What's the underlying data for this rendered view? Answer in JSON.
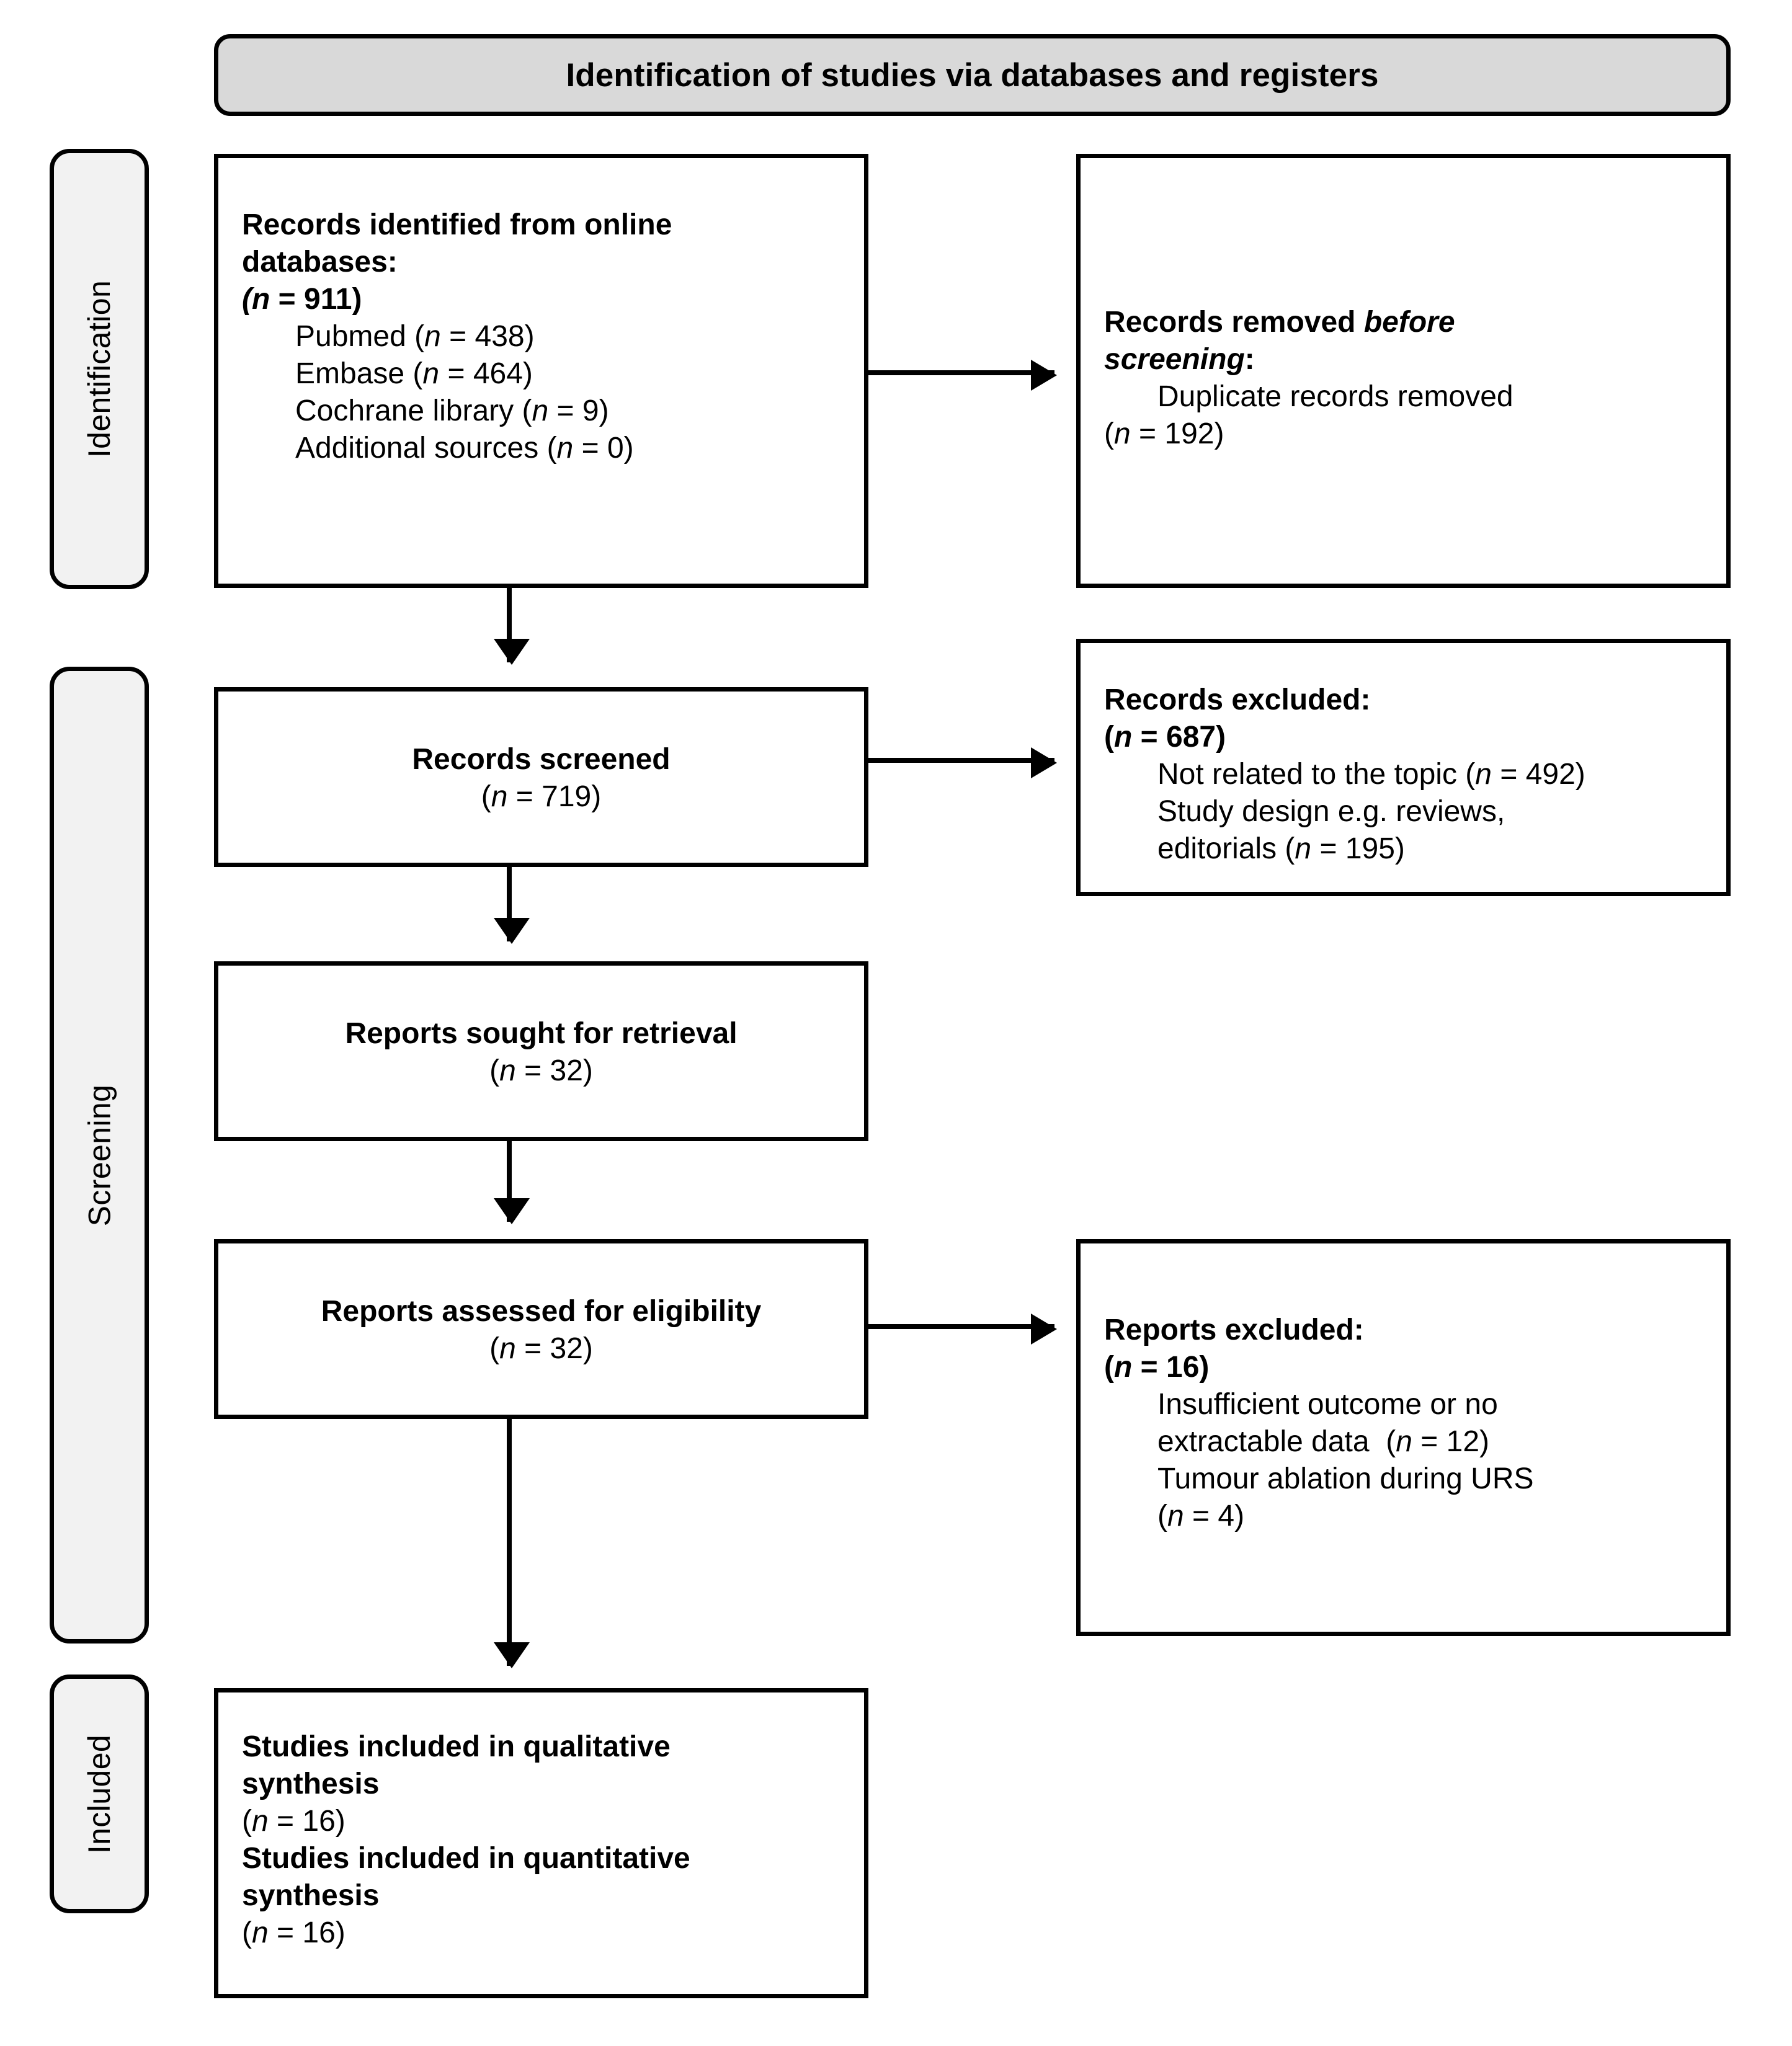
{
  "diagram": {
    "title": "Identification of studies via databases and registers",
    "type": "prisma-flow-diagram"
  },
  "stages": [
    {
      "label": "Identification"
    },
    {
      "label": "Screening"
    },
    {
      "label": "Included"
    }
  ],
  "boxes": {
    "identified": {
      "heading_line1": "Records identified from online",
      "heading_line2": "databases:",
      "count": "(n = 911)",
      "items": [
        "Pubmed (n = 438)",
        "Embase (n = 464)",
        "Cochrane library (n = 9)",
        "Additional sources (n = 0)"
      ]
    },
    "removed_before_screening": {
      "heading_line1_plain": "Records removed ",
      "heading_line1_italic": "before",
      "heading_line2_italic": "screening",
      "heading_line2_plain": ":",
      "items": [
        "Duplicate records removed",
        "(n = 192)"
      ]
    },
    "records_screened": {
      "heading": "Records screened",
      "count": "(n = 719)"
    },
    "records_excluded": {
      "heading": "Records excluded:",
      "count": "(n = 687)",
      "items": [
        "Not related to the topic (n = 492)",
        "Study design e.g. reviews,",
        "editorials (n = 195)"
      ]
    },
    "reports_sought": {
      "heading": "Reports sought for retrieval",
      "count": "(n = 32)"
    },
    "reports_assessed": {
      "heading": "Reports assessed for eligibility",
      "count": "(n = 32)"
    },
    "reports_excluded": {
      "heading": "Reports excluded:",
      "count": "(n = 16)",
      "items": [
        "Insufficient outcome or no",
        "extractable data  (n = 12)",
        "Tumour ablation during URS",
        "(n = 4)"
      ]
    },
    "studies_included": {
      "qualitative_line1": "Studies included in qualitative",
      "qualitative_line2": "synthesis",
      "qualitative_count": "(n = 16)",
      "quantitative_line1": "Studies included in quantitative",
      "quantitative_line2": "synthesis",
      "quantitative_count": "(n = 16)"
    }
  },
  "chart_data": {
    "type": "table",
    "title": "Identification of studies via databases and registers",
    "nodes": [
      {
        "id": "identified",
        "stage": "Identification",
        "label": "Records identified from online databases",
        "n": 911,
        "breakdown": [
          {
            "source": "Pubmed",
            "n": 438
          },
          {
            "source": "Embase",
            "n": 464
          },
          {
            "source": "Cochrane library",
            "n": 9
          },
          {
            "source": "Additional sources",
            "n": 0
          }
        ]
      },
      {
        "id": "removed_before_screening",
        "stage": "Identification",
        "label": "Records removed before screening",
        "breakdown": [
          {
            "reason": "Duplicate records removed",
            "n": 192
          }
        ]
      },
      {
        "id": "records_screened",
        "stage": "Screening",
        "label": "Records screened",
        "n": 719
      },
      {
        "id": "records_excluded",
        "stage": "Screening",
        "label": "Records excluded",
        "n": 687,
        "breakdown": [
          {
            "reason": "Not related to the topic",
            "n": 492
          },
          {
            "reason": "Study design e.g. reviews, editorials",
            "n": 195
          }
        ]
      },
      {
        "id": "reports_sought",
        "stage": "Screening",
        "label": "Reports sought for retrieval",
        "n": 32
      },
      {
        "id": "reports_assessed",
        "stage": "Screening",
        "label": "Reports assessed for eligibility",
        "n": 32
      },
      {
        "id": "reports_excluded",
        "stage": "Screening",
        "label": "Reports excluded",
        "n": 16,
        "breakdown": [
          {
            "reason": "Insufficient outcome or no extractable data",
            "n": 12
          },
          {
            "reason": "Tumour ablation during URS",
            "n": 4
          }
        ]
      },
      {
        "id": "studies_included_qualitative",
        "stage": "Included",
        "label": "Studies included in qualitative synthesis",
        "n": 16
      },
      {
        "id": "studies_included_quantitative",
        "stage": "Included",
        "label": "Studies included in quantitative synthesis",
        "n": 16
      }
    ],
    "edges": [
      {
        "from": "identified",
        "to": "removed_before_screening",
        "direction": "right"
      },
      {
        "from": "identified",
        "to": "records_screened",
        "direction": "down"
      },
      {
        "from": "records_screened",
        "to": "records_excluded",
        "direction": "right"
      },
      {
        "from": "records_screened",
        "to": "reports_sought",
        "direction": "down"
      },
      {
        "from": "reports_sought",
        "to": "reports_assessed",
        "direction": "down"
      },
      {
        "from": "reports_assessed",
        "to": "reports_excluded",
        "direction": "right"
      },
      {
        "from": "reports_assessed",
        "to": "studies_included_qualitative",
        "direction": "down"
      }
    ]
  }
}
